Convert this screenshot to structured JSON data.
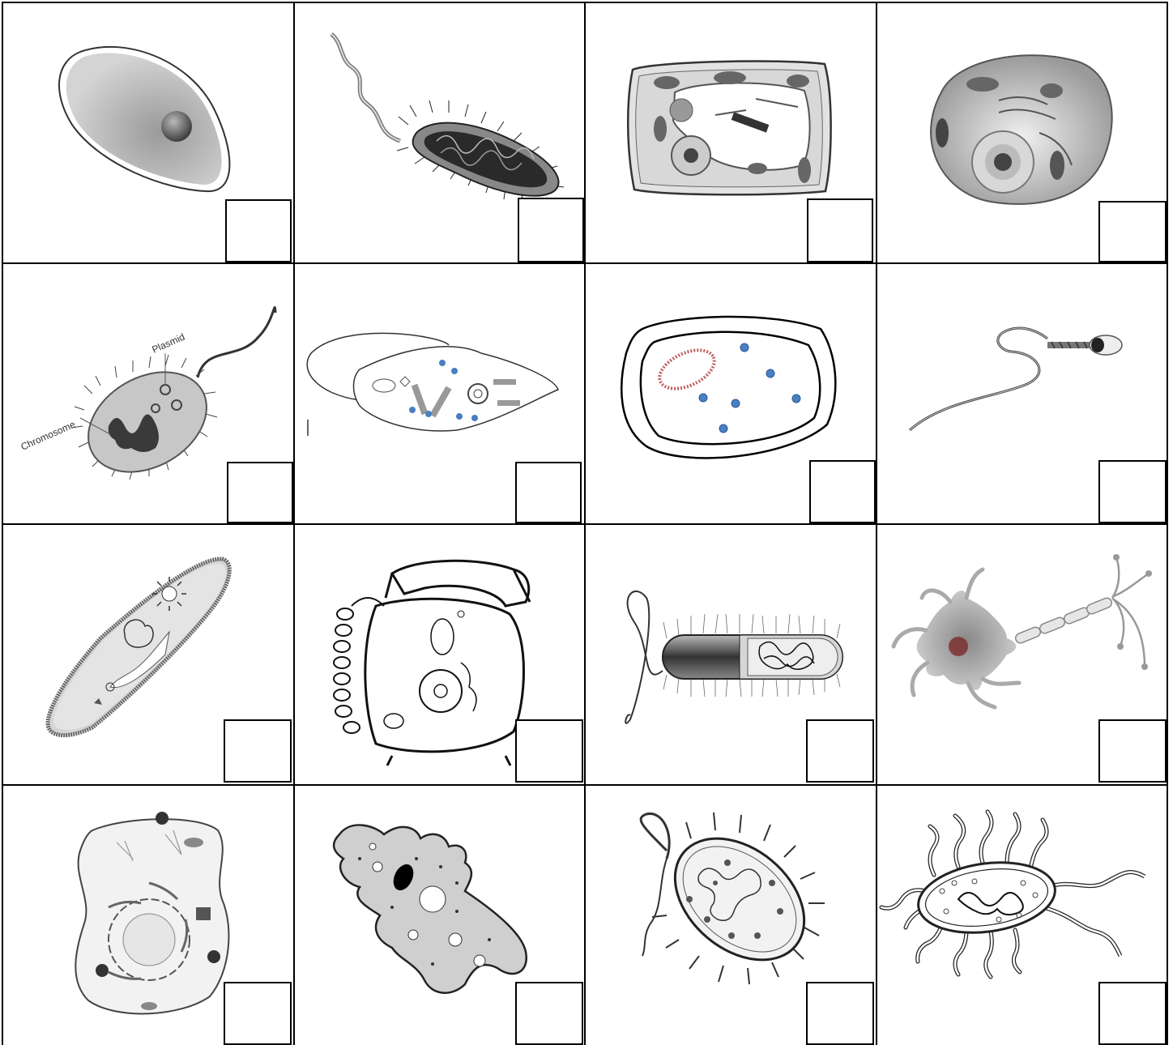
{
  "cells": [
    {
      "id": 1,
      "depicts": "rounded cell with nucleus",
      "icon": "cell-simple-icon"
    },
    {
      "id": 2,
      "depicts": "flagellated bacterium",
      "icon": "bacterium-flagellum-icon"
    },
    {
      "id": 3,
      "depicts": "plant cell",
      "icon": "plant-cell-icon"
    },
    {
      "id": 4,
      "depicts": "animal cell",
      "icon": "animal-cell-icon"
    },
    {
      "id": 5,
      "depicts": "bacterium with plasmid and chromosome",
      "icon": "bacterium-labeled-icon",
      "labels": {
        "plasmid": "Plasmid",
        "chromosome": "Chromosome"
      }
    },
    {
      "id": 6,
      "depicts": "euglena-like protist",
      "icon": "euglena-icon"
    },
    {
      "id": 7,
      "depicts": "cell membrane with ring and dots",
      "icon": "membrane-ring-icon"
    },
    {
      "id": 8,
      "depicts": "sperm cell",
      "icon": "sperm-cell-icon"
    },
    {
      "id": 9,
      "depicts": "paramecium",
      "icon": "paramecium-icon"
    },
    {
      "id": 10,
      "depicts": "telephone cell",
      "icon": "telephone-cell-icon"
    },
    {
      "id": 11,
      "depicts": "rod bacterium cutaway",
      "icon": "rod-bacterium-icon"
    },
    {
      "id": 12,
      "depicts": "neuron",
      "icon": "neuron-icon"
    },
    {
      "id": 13,
      "depicts": "detailed animal cell",
      "icon": "detailed-cell-icon"
    },
    {
      "id": 14,
      "depicts": "amoeba",
      "icon": "amoeba-icon"
    },
    {
      "id": 15,
      "depicts": "bacterium with pili",
      "icon": "pili-bacterium-icon"
    },
    {
      "id": 16,
      "depicts": "bacterium with flagella",
      "icon": "bacterium-flagella-icon"
    }
  ],
  "answer_boxes": [
    "",
    "",
    "",
    "",
    "",
    "",
    "",
    "",
    "",
    "",
    "",
    "",
    "",
    "",
    "",
    ""
  ]
}
